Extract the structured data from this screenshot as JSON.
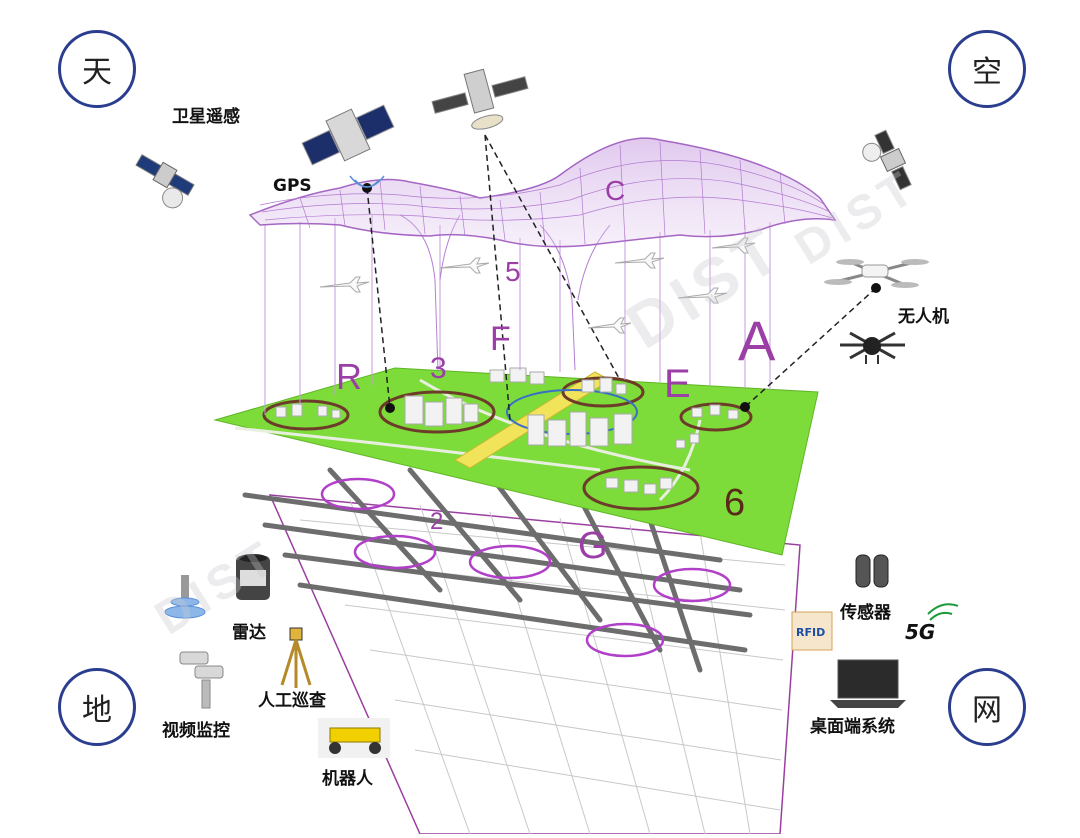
{
  "corners": {
    "tian": "天",
    "kong": "空",
    "di": "地",
    "wang": "网"
  },
  "labels": {
    "satellite_rs": "卫星遥感",
    "gps": "GPS",
    "uav": "无人机",
    "radar": "雷达",
    "manual_patrol": "人工巡查",
    "video": "视频监控",
    "robot": "机器人",
    "sensor": "传感器",
    "desktop": "桌面端系统",
    "rfid": "RFID",
    "five_g": "5G"
  },
  "layer_letters": {
    "c": "C",
    "five": "5",
    "f": "F",
    "a": "A",
    "r": "R",
    "three": "3",
    "e": "E",
    "six": "6",
    "two": "2",
    "g": "G"
  },
  "watermark": "DIST",
  "colors": {
    "circle_border": "#2a3d8f",
    "ground": "#7ddc3a",
    "mesh": "#a566c4",
    "letters": "#9b3ea6"
  }
}
